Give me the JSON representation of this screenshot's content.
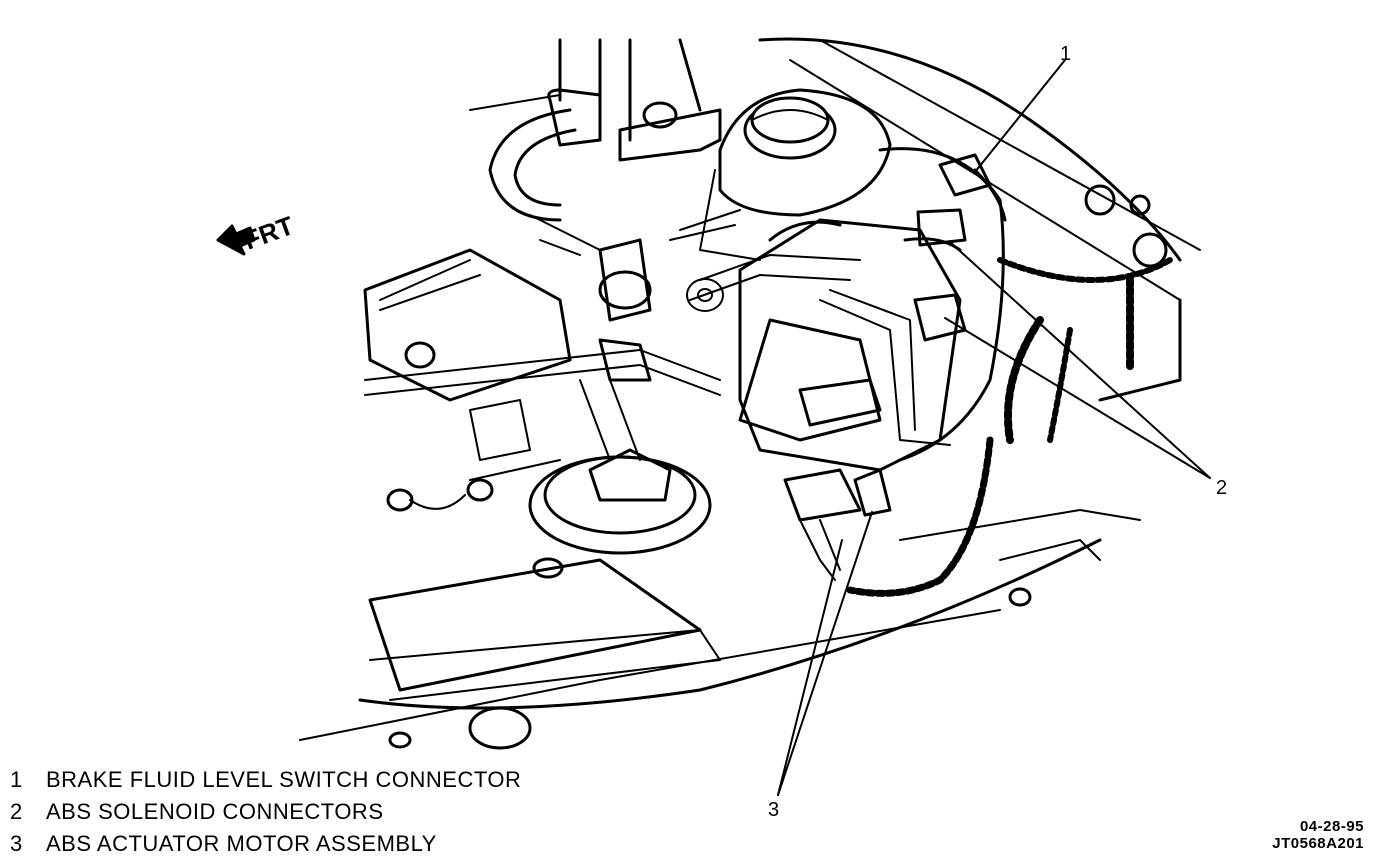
{
  "diagram": {
    "front_indicator": "FRT",
    "callouts": [
      "1",
      "2",
      "3"
    ]
  },
  "legend": [
    {
      "number": "1",
      "label": "BRAKE FLUID LEVEL SWITCH CONNECTOR"
    },
    {
      "number": "2",
      "label": "ABS SOLENOID CONNECTORS"
    },
    {
      "number": "3",
      "label": "ABS ACTUATOR MOTOR ASSEMBLY"
    }
  ],
  "stamp": {
    "date": "04-28-95",
    "figure_id": "JT0568A201"
  }
}
